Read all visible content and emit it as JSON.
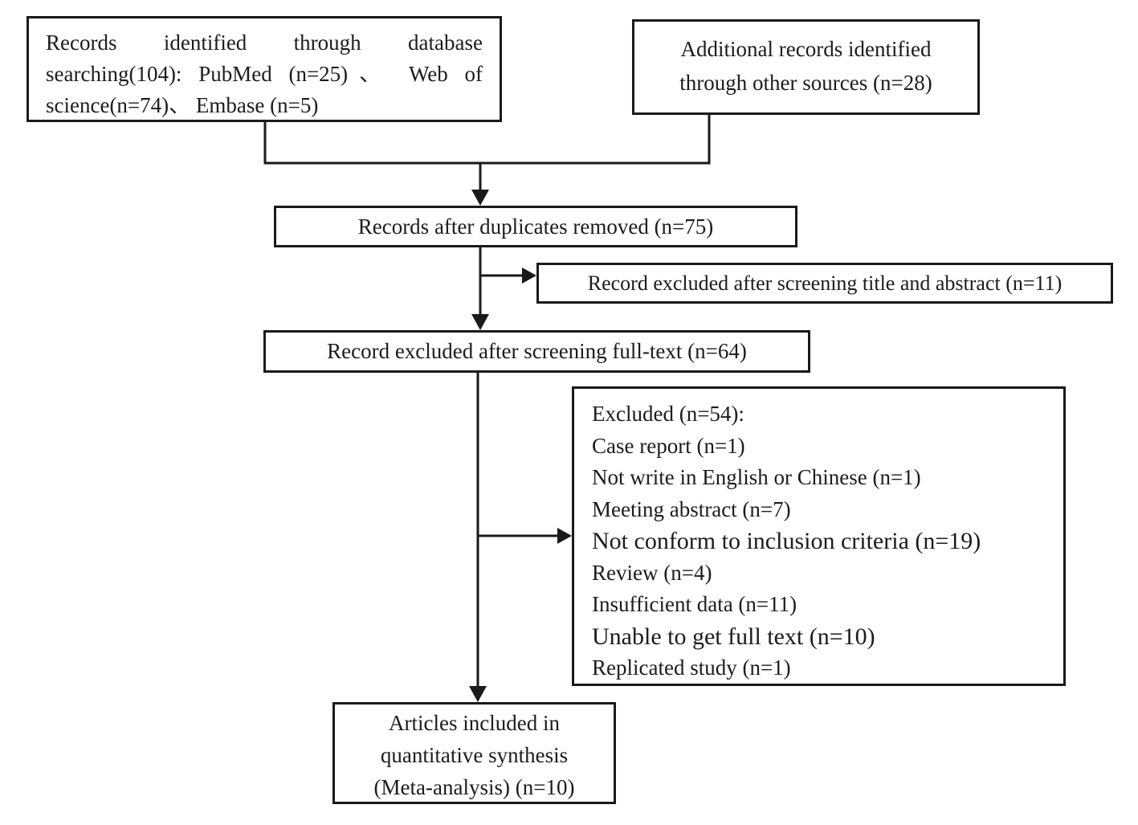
{
  "diagram": {
    "colors": {
      "border": "#1a1a1a",
      "text": "#1c1c1c",
      "background": "#ffffff"
    },
    "boxes": {
      "identified": {
        "lines": [
          "Records identified through database",
          "searching(104): PubMed (n=25)、 Web of",
          "science(n=74)、 Embase (n=5)"
        ]
      },
      "additional": {
        "lines": [
          "Additional records identified",
          "through other sources (n=28)"
        ]
      },
      "after_duplicates": {
        "text": "Records after duplicates removed (n=75)"
      },
      "excluded_title_abstract": {
        "text": "Record excluded after screening title and abstract (n=11)"
      },
      "excluded_full_text": {
        "text": "Record excluded after screening full-text (n=64)"
      },
      "exclusion_reasons": {
        "lines": [
          "Excluded (n=54):",
          "Case report (n=1)",
          "Not write in English or Chinese (n=1)",
          "Meeting abstract (n=7)",
          "Not conform to inclusion criteria (n=19)",
          "Review (n=4)",
          "Insufficient data (n=11)",
          "Unable to get full text (n=10)",
          "Replicated study (n=1)"
        ]
      },
      "included": {
        "lines": [
          "Articles included in",
          "quantitative synthesis",
          "(Meta-analysis) (n=10)"
        ]
      }
    }
  }
}
